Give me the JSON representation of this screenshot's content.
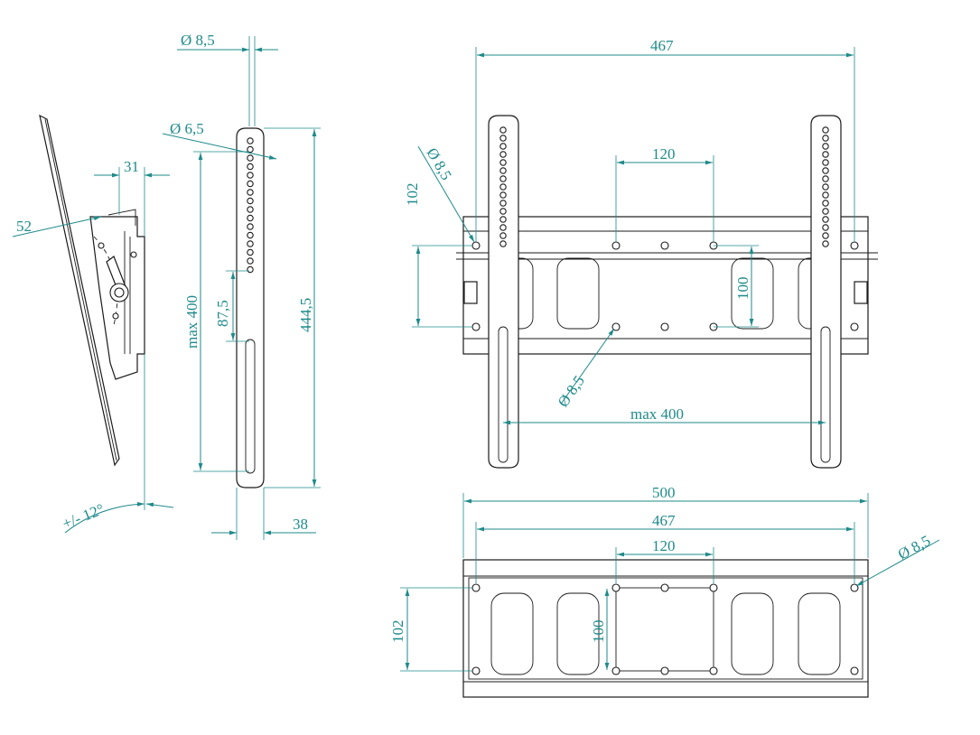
{
  "colors": {
    "dimension": "#1f8a8a",
    "outline": "#1a1a1a",
    "background": "#ffffff"
  },
  "side_view": {
    "labels": {
      "angle_52": "52",
      "depth_31": "31",
      "tilt": "+/-  12°"
    }
  },
  "arm_view": {
    "labels": {
      "hole_top_dia": "Ø 8,5",
      "hole_dia_65": "Ø 6,5",
      "max_400": "max  400",
      "offset_875": "87,5",
      "height_4445": "444,5",
      "depth_38": "38"
    }
  },
  "front_view": {
    "labels": {
      "width_467": "467",
      "spacing_120": "120",
      "height_102": "102",
      "hole_dia": "Ø 8,5",
      "spacing_100": "100",
      "hole_dia_low": "Ø 8,5",
      "max_400": "max   400"
    }
  },
  "bottom_view": {
    "labels": {
      "width_500": "500",
      "width_467": "467",
      "spacing_120": "120",
      "hole_dia": "Ø 8,5",
      "height_102": "102",
      "spacing_100": "100"
    }
  }
}
